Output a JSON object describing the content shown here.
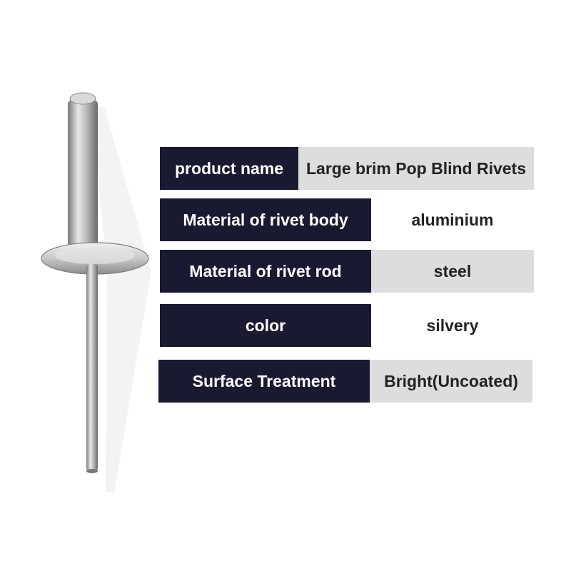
{
  "specs": [
    {
      "label": "product name",
      "value": "Large brim Pop Blind Rivets"
    },
    {
      "label": "Material of rivet body",
      "value": "aluminium"
    },
    {
      "label": "Material of rivet rod",
      "value": "steel"
    },
    {
      "label": "color",
      "value": "silvery"
    },
    {
      "label": "Surface Treatment",
      "value": "Bright(Uncoated)"
    }
  ],
  "colors": {
    "label_bg": "#1a1932",
    "value_bg": "#dddddd",
    "text_light": "#ffffff",
    "text_dark": "#222222"
  }
}
